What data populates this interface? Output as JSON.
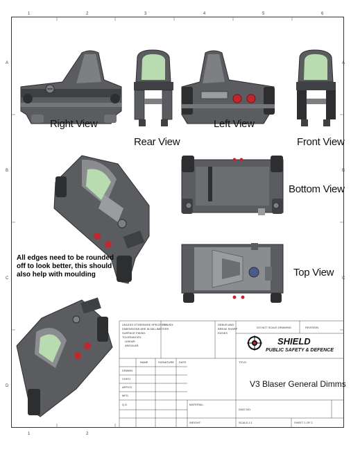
{
  "zones": {
    "top": [
      "1",
      "2",
      "3",
      "4",
      "5",
      "6"
    ],
    "bottom": [
      "1",
      "2"
    ],
    "left": [
      "A",
      "B",
      "C",
      "D"
    ],
    "right": [
      "A",
      "B",
      "C"
    ]
  },
  "views": {
    "right": "Right View",
    "rear": "Rear View",
    "left": "Left View",
    "front": "Front View",
    "bottom": "Bottom View",
    "top": "Top View"
  },
  "note": "All edges need to be rounded off to look better, this should also help with moulding",
  "title_block": {
    "general_tolerance": [
      "UNLESS OTHERWISE SPECIFIED:",
      "DIMENSIONS ARE IN MILLIMETERS",
      "SURFACE FINISH:",
      "TOLERANCES:",
      "LINEAR:",
      "ANGULAR:"
    ],
    "finish": "FINISH:",
    "deburr": [
      "DEBUR AND",
      "BREAK SHARP",
      "EDGES"
    ],
    "do_not_scale": "DO NOT SCALE DRAWING",
    "revision": "REVISION",
    "col_headers": [
      "NAME",
      "SIGNATURE",
      "DATE"
    ],
    "rows": [
      "DRAWN",
      "CHK'D",
      "APPV'D",
      "MFG",
      "Q.A"
    ],
    "title_label": "TITLE:",
    "material": "MATERIAL:",
    "dwg_no": "DWG NO.",
    "weight": "WEIGHT:",
    "scale": "SCALE:1:1",
    "sheet": "SHEET 1 OF 2",
    "company": "SHIELD",
    "company_sub": "PUBLIC SAFETY & DEFENCE",
    "drawing_title": "V3 Blaser General Dimms"
  },
  "colors": {
    "body": "#5a5c5f",
    "body_light": "#9a9ca0",
    "body_dark": "#2d2e30",
    "lens": "#b8dcb0",
    "red": "#c0272d"
  }
}
